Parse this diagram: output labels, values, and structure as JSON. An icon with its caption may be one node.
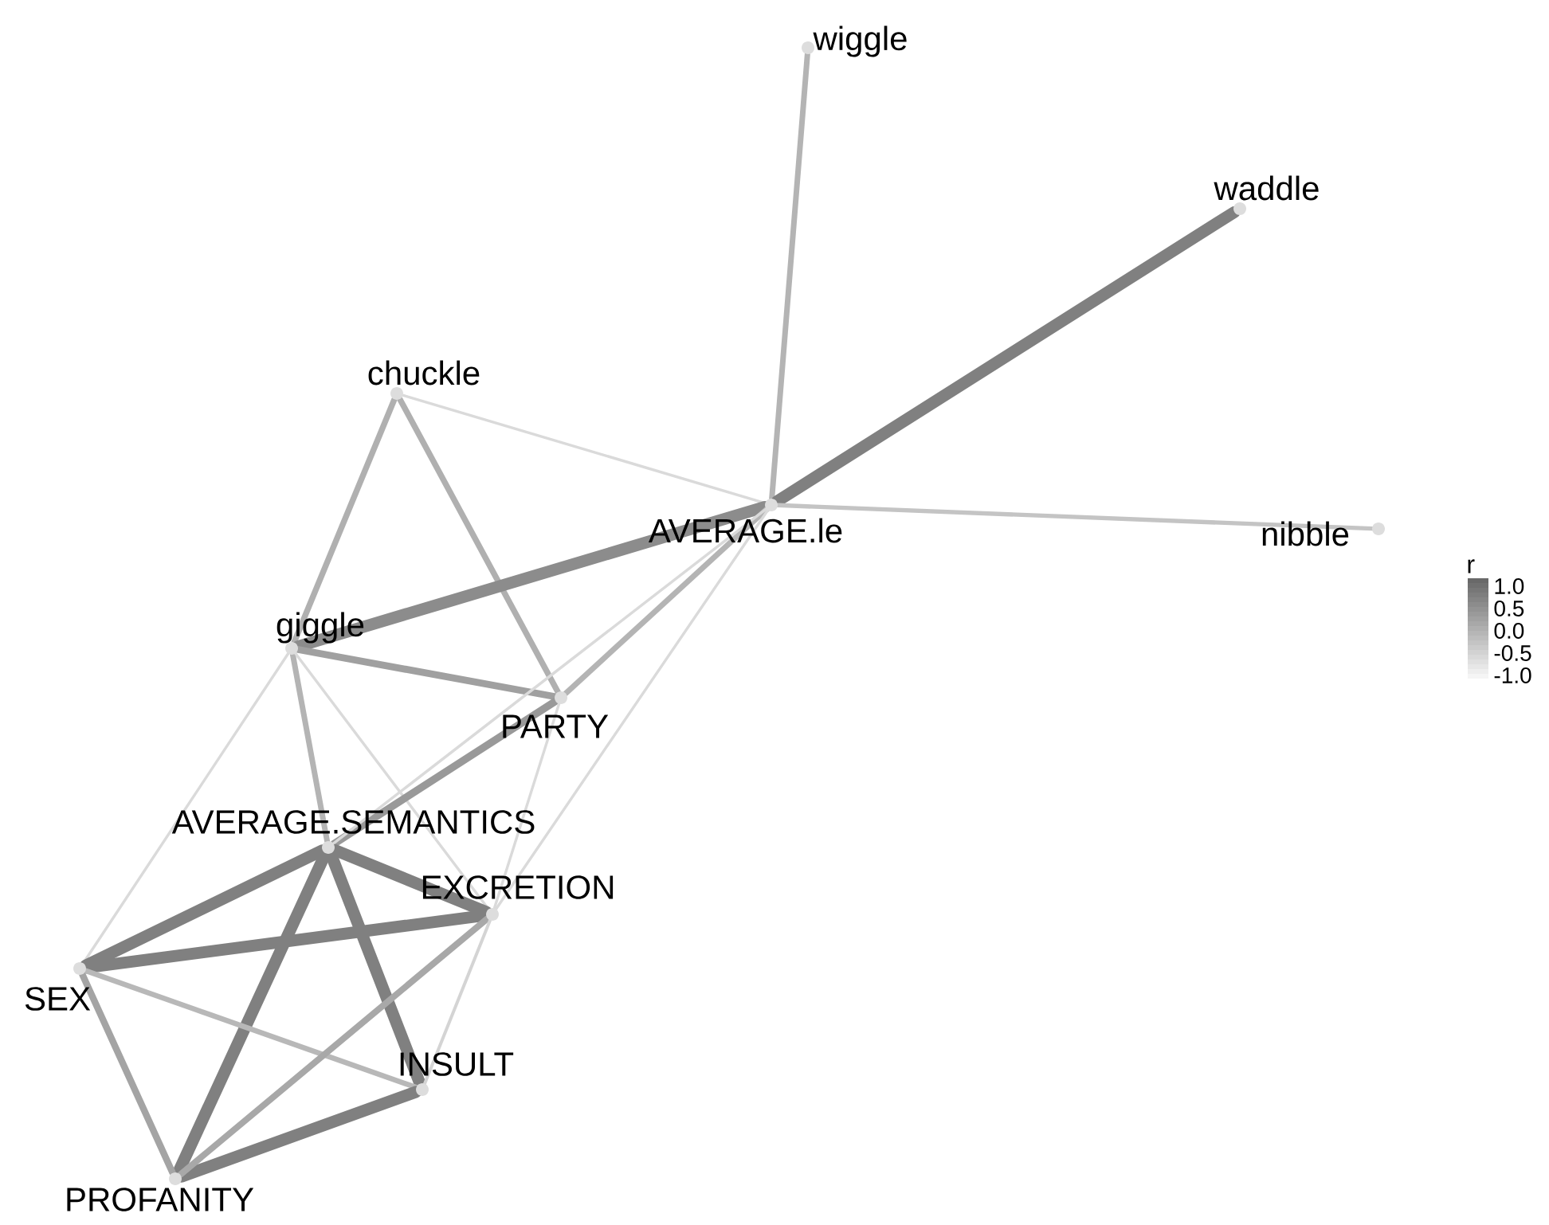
{
  "diagram": {
    "nodes": [
      {
        "text": [
          "wiggle"
        ]
      },
      {
        "text": [
          "waddle"
        ]
      },
      {
        "text": [
          "chuckle"
        ]
      },
      {
        "text": [
          "AVERAGE.le"
        ]
      },
      {
        "text": [
          "nibble"
        ]
      },
      {
        "text": [
          "giggle"
        ]
      },
      {
        "text": [
          "PARTY"
        ]
      },
      {
        "text": [
          "AVERAGE.SEMANTICS"
        ]
      },
      {
        "text": [
          "EXCRETION"
        ]
      },
      {
        "text": [
          "SEX"
        ]
      },
      {
        "text": [
          "INSULT"
        ]
      },
      {
        "text": [
          "PROFANITY"
        ]
      }
    ],
    "edges": [
      {
        "from": 0,
        "to": 3,
        "arrow": "none",
        "color": "#b4b4b4"
      },
      {
        "from": 1,
        "to": 3,
        "arrow": "none",
        "style": "thick"
      },
      {
        "from": 4,
        "to": 3,
        "arrow": "none",
        "color": "#c4c4c4"
      },
      {
        "from": 2,
        "to": 3,
        "arrow": "none",
        "color": "#dadada"
      },
      {
        "from": 2,
        "to": 5,
        "arrow": "none",
        "color": "#b0b0b0"
      },
      {
        "from": 2,
        "to": 6,
        "arrow": "none",
        "color": "#b0b0b0"
      },
      {
        "from": 5,
        "to": 3,
        "arrow": "none",
        "style": "thick",
        "color": "#8c8c8c"
      },
      {
        "from": 5,
        "to": 6,
        "arrow": "none",
        "color": "#a0a0a0"
      },
      {
        "from": 5,
        "to": 7,
        "arrow": "none",
        "color": "#b4b4b4"
      },
      {
        "from": 5,
        "to": 9,
        "arrow": "none",
        "color": "#dadada"
      },
      {
        "from": 5,
        "to": 8,
        "arrow": "none",
        "color": "#dadada"
      },
      {
        "from": 6,
        "to": 3,
        "arrow": "none",
        "color": "#b4b4b4"
      },
      {
        "from": 6,
        "to": 7,
        "arrow": "none",
        "color": "#999999"
      },
      {
        "from": 3,
        "to": 7,
        "arrow": "none",
        "color": "#dadada"
      },
      {
        "from": 3,
        "to": 8,
        "arrow": "none",
        "color": "#dadada"
      },
      {
        "from": 6,
        "to": 8,
        "arrow": "none",
        "color": "#dadada"
      },
      {
        "from": 7,
        "to": 9,
        "arrow": "none",
        "style": "thick"
      },
      {
        "from": 7,
        "to": 11,
        "arrow": "none",
        "style": "thick"
      },
      {
        "from": 7,
        "to": 10,
        "arrow": "none",
        "style": "thick"
      },
      {
        "from": 7,
        "to": 8,
        "arrow": "none",
        "style": "thick"
      },
      {
        "from": 9,
        "to": 8,
        "arrow": "none",
        "style": "thick"
      },
      {
        "from": 9,
        "to": 10,
        "arrow": "none",
        "color": "#b8b8b8"
      },
      {
        "from": 9,
        "to": 11,
        "arrow": "none",
        "color": "#a4a4a4"
      },
      {
        "from": 11,
        "to": 10,
        "arrow": "none",
        "style": "thick"
      },
      {
        "from": 11,
        "to": 8,
        "arrow": "none",
        "color": "#a8a8a8"
      },
      {
        "from": 8,
        "to": 10,
        "arrow": "none",
        "color": "#d4d4d4"
      }
    ],
    "labels": [
      "r",
      "1.0",
      "0.5",
      "0.0",
      "-0.5",
      "-1.0"
    ]
  }
}
